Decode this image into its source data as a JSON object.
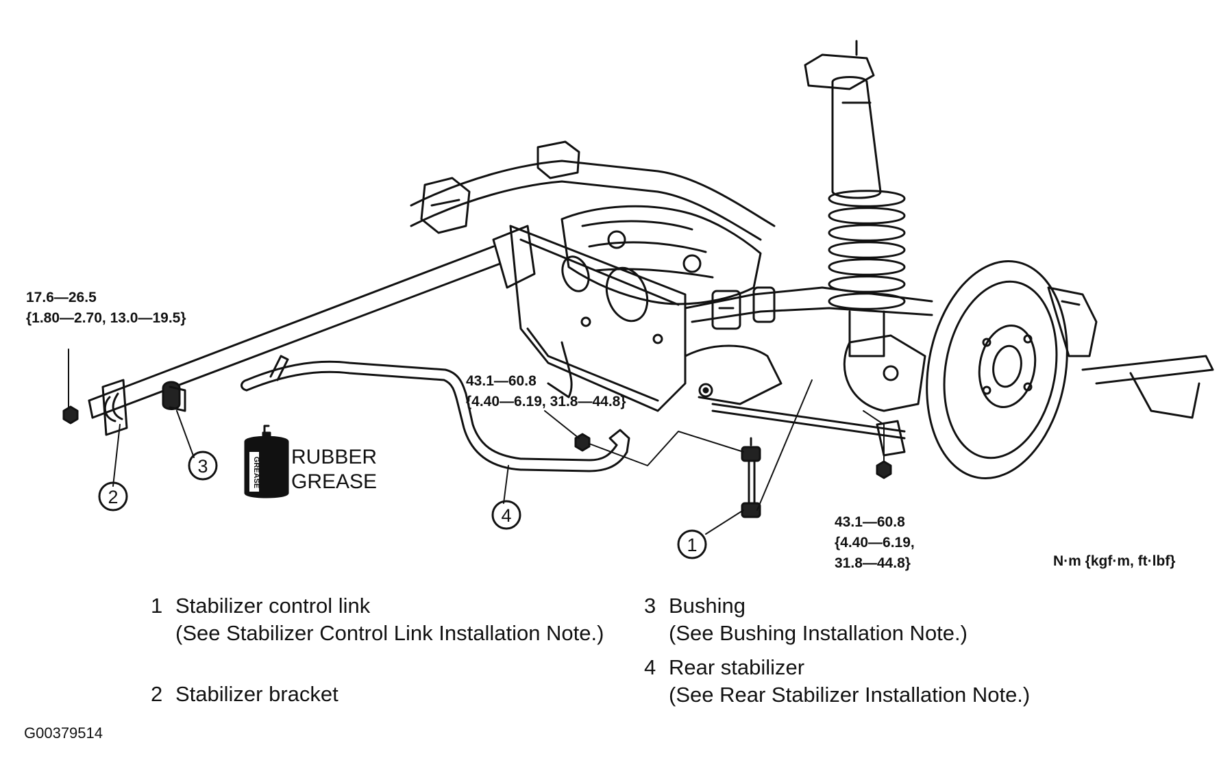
{
  "torque_labels": {
    "bracket_bolt": {
      "line1": "17.6—26.5",
      "line2": "{1.80—2.70, 13.0—19.5}"
    },
    "link_upper": {
      "line1": "43.1—60.8",
      "line2": "{4.40—6.19, 31.8—44.8}"
    },
    "link_lower": {
      "line1": "43.1—60.8",
      "line2": "{4.40—6.19,",
      "line3": "31.8—44.8}"
    }
  },
  "units": "N·m {kgf·m, ft·lbf}",
  "grease": {
    "can_label": "GREASE",
    "line1": "RUBBER",
    "line2": "GREASE"
  },
  "callouts": [
    "1",
    "2",
    "3",
    "4"
  ],
  "legend": [
    {
      "num": "1",
      "name": "Stabilizer control link",
      "note": "(See Stabilizer Control Link Installation Note.)"
    },
    {
      "num": "2",
      "name": "Stabilizer bracket",
      "note": ""
    },
    {
      "num": "3",
      "name": "Bushing",
      "note": "(See Bushing Installation Note.)"
    },
    {
      "num": "4",
      "name": "Rear stabilizer",
      "note": "(See Rear Stabilizer Installation Note.)"
    }
  ],
  "figure_id": "G00379514"
}
